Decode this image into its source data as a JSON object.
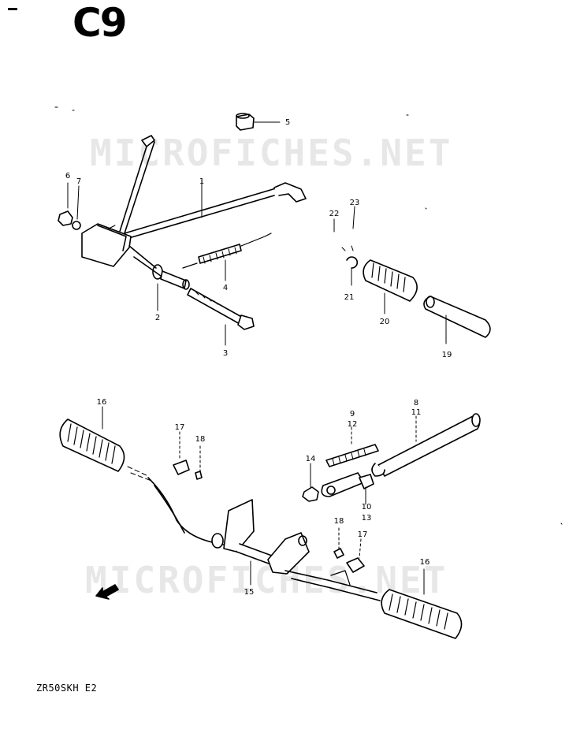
{
  "header": {
    "section": "C9"
  },
  "watermark": {
    "text": "MICROFICHES.NET"
  },
  "footer": {
    "model_code": "ZR50SKH E2"
  },
  "callouts": [
    "1",
    "2",
    "3",
    "4",
    "5",
    "6",
    "7",
    "8",
    "9",
    "10",
    "11",
    "12",
    "13",
    "14",
    "15",
    "16",
    "16",
    "17",
    "17",
    "18",
    "18",
    "19",
    "20",
    "21",
    "22",
    "23"
  ],
  "colors": {
    "ink": "#000000",
    "watermark": "#e7e7e7",
    "background": "#ffffff"
  }
}
